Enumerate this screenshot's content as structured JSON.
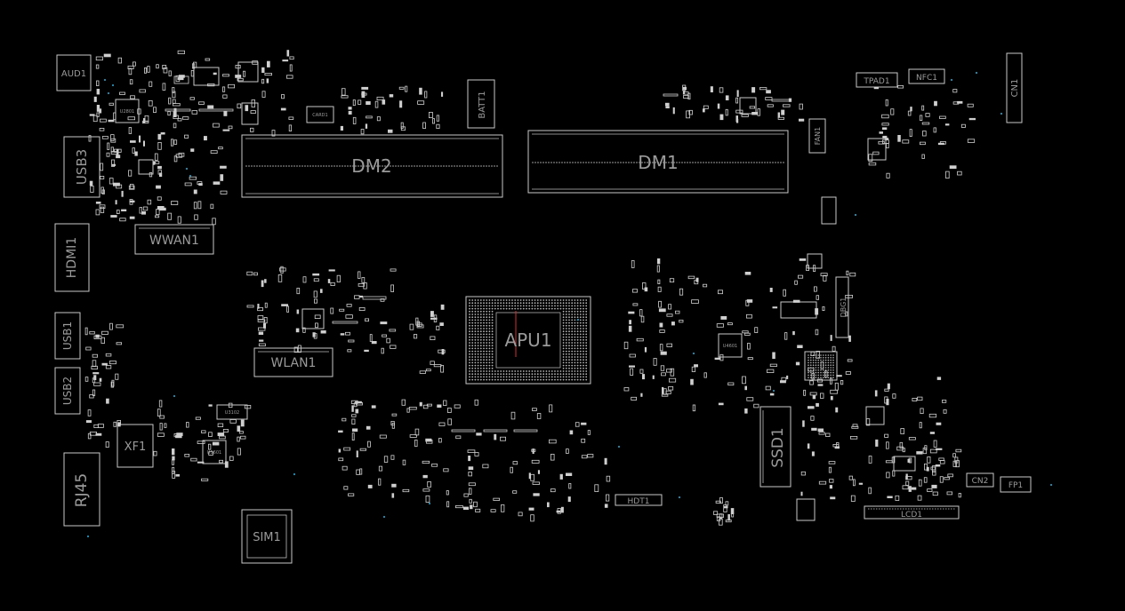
{
  "board": {
    "background": "#000000",
    "outline_color": "#c8c8c8",
    "label_color": "#9a9a9a",
    "via_color": "#2a8fb5",
    "marker_color": "#d03030"
  },
  "components": {
    "aud1": "AUD1",
    "usb3": "USB3",
    "hdmi1": "HDMI1",
    "usb1": "USB1",
    "usb2": "USB2",
    "rj45": "RJ45",
    "xf1": "XF1",
    "wwan1": "WWAN1",
    "wlan1": "WLAN1",
    "sim1": "SIM1",
    "dm2": "DM2",
    "dm1": "DM1",
    "apu1": "APU1",
    "ssd1": "SSD1",
    "batt1": "BATT1",
    "card1": "CARD1",
    "fan1": "FAN1",
    "tpad1": "TPAD1",
    "nfc1": "NFC1",
    "cn1": "CN1",
    "cn2": "CN2",
    "fp1": "FP1",
    "lcd1": "LCD1",
    "hdt1": "HDT1",
    "dbg1": "DBG1",
    "u3102": "U3102",
    "u5601": "U5601",
    "u2801": "U2801",
    "u4601": "U4601"
  }
}
